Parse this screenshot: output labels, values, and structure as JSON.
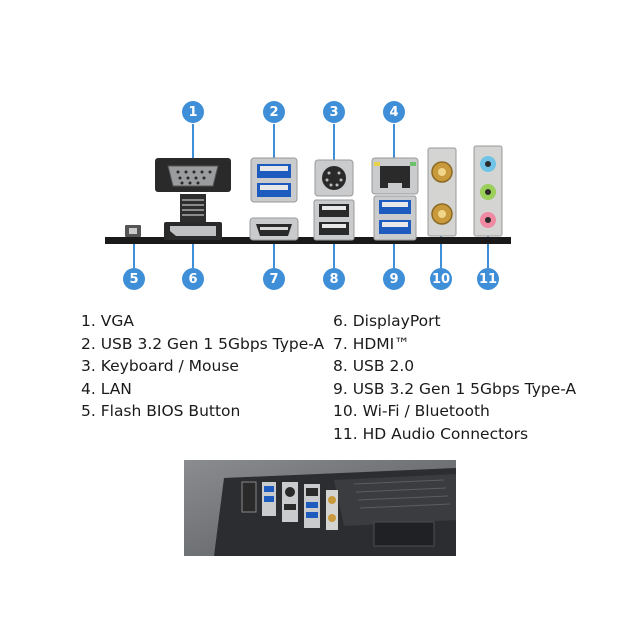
{
  "colors": {
    "callout": "#3f8fd8",
    "rail": "#1a1a1a",
    "metal": "#c9cbcd"
  },
  "callouts": [
    "1",
    "2",
    "3",
    "4",
    "5",
    "6",
    "7",
    "8",
    "9",
    "10",
    "11"
  ],
  "legend_left": [
    "1. VGA",
    "2. USB 3.2 Gen 1 5Gbps Type-A",
    "3. Keyboard / Mouse",
    "4. LAN",
    "5. Flash BIOS Button"
  ],
  "legend_right": [
    "6. DisplayPort",
    "7. HDMI™",
    "8. USB 2.0",
    "9. USB 3.2 Gen 1 5Gbps Type-A",
    "10. Wi-Fi / Bluetooth",
    "11. HD Audio Connectors"
  ]
}
